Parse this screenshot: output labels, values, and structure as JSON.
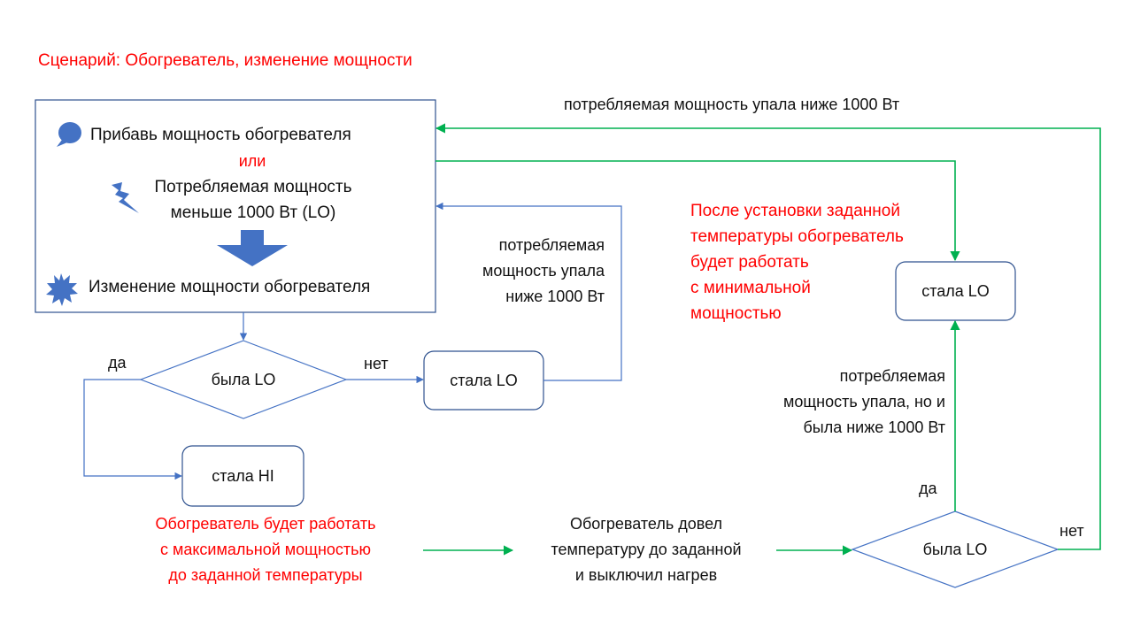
{
  "title": "Сценарий: Обогреватель, изменение мощности",
  "colors": {
    "shape_stroke": "#4472c4",
    "icon_fill": "#4472c4",
    "green_connector": "#00b050",
    "accent_red": "#ff0000"
  },
  "trigger_box": {
    "line1": "Прибавь мощность обогревателя",
    "or_label": "или",
    "line2a": "Потребляемая мощность",
    "line2b": "меньше 1000 Вт (LO)",
    "line3": "Изменение мощности обогревателя",
    "icons": [
      "speech-bubble-icon",
      "lightning-icon",
      "down-arrow-icon",
      "explosion-icon"
    ]
  },
  "decision1": {
    "label": "была LO",
    "yes": "да",
    "no": "нет"
  },
  "box_became_lo_1": "стала LO",
  "box_became_hi": "стала HI",
  "loop_note_1": [
    "потребляемая",
    "мощность упала",
    "ниже 1000 Вт"
  ],
  "top_loop_note": "потребляемая мощность упала ниже 1000 Вт",
  "red_note_max": [
    "Обогреватель будет работать",
    "с максимальной мощностью",
    "до заданной температуры"
  ],
  "reached_note": [
    "Обогреватель довел",
    "температуру до заданной",
    "и выключил нагрев"
  ],
  "decision2": {
    "label": "была LO",
    "yes": "да",
    "no": "нет"
  },
  "box_became_lo_2": "стала LO",
  "red_note_min": [
    "После установки заданной",
    "температуры обогреватель",
    "будет работать",
    "с минимальной",
    "мощностью"
  ],
  "yes_branch_note": [
    "потребляемая",
    "мощность упала, но и",
    "была ниже 1000 Вт"
  ]
}
